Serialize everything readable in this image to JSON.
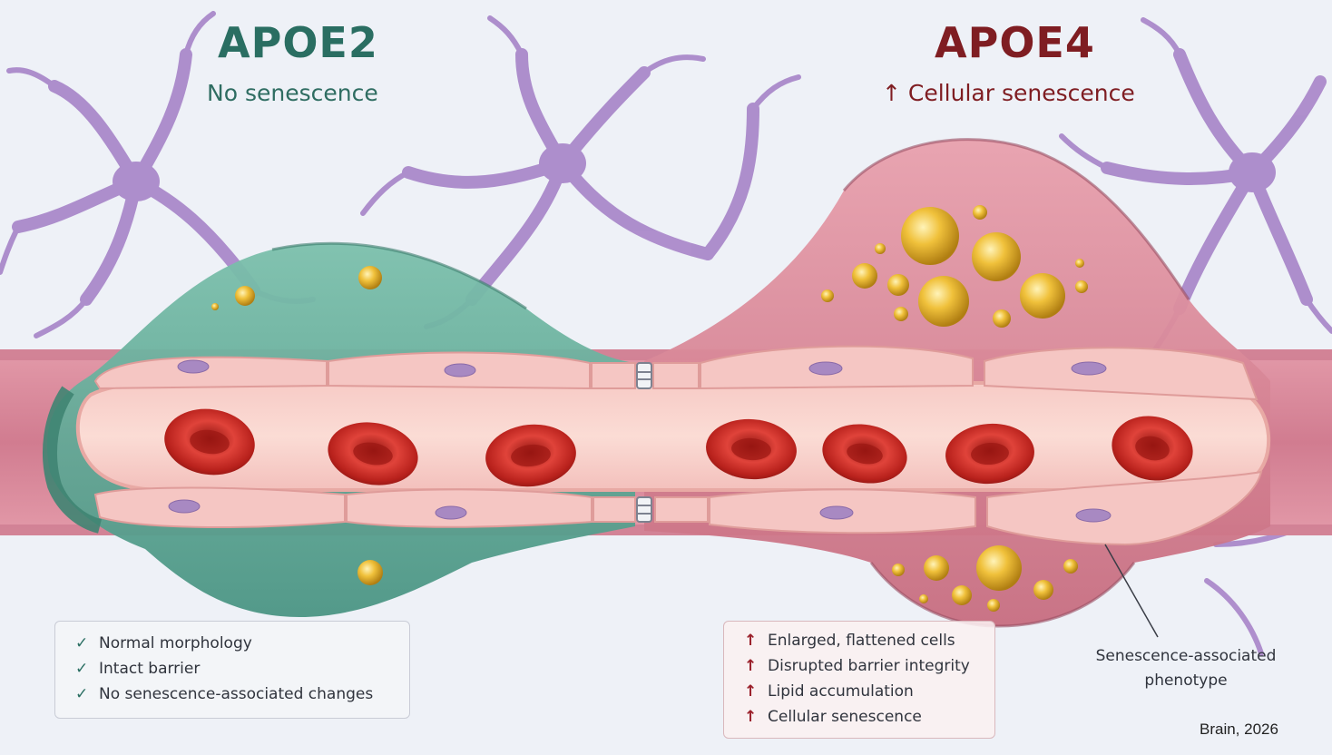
{
  "left_panel": {
    "title": "APOE2",
    "subtitle": "No senescence",
    "features": [
      {
        "mark": "✓",
        "text": "Normal morphology"
      },
      {
        "mark": "✓",
        "text": "Intact barrier"
      },
      {
        "mark": "✓",
        "text": "No senescence-associated changes"
      }
    ],
    "color": "#2a6e62"
  },
  "right_panel": {
    "title": "APOE4",
    "subtitle": "↑ Cellular senescence",
    "features": [
      {
        "mark": "↑",
        "text": "Enlarged, flattened cells"
      },
      {
        "mark": "↑",
        "text": "Disrupted barrier integrity"
      },
      {
        "mark": "↑",
        "text": "Lipid accumulation"
      },
      {
        "mark": "↑",
        "text": "Cellular senescence"
      }
    ],
    "color": "#7f1d22"
  },
  "annotation": {
    "line1": "Senescence-associated",
    "line2": "phenotype"
  },
  "credit": "Brain, 2026",
  "colors": {
    "astrocyte": "#a27fc6",
    "healthy_pericyte": "#5fa593",
    "senescent_pericyte": "#cf7f90",
    "endothelium": "#f0c0c0",
    "red_blood_cell": "#c2241f",
    "lipid_droplet": "#e8b52e",
    "vessel_wall": "#d98a9c"
  },
  "icons": [
    "checkmark-icon",
    "up-arrow-icon"
  ]
}
